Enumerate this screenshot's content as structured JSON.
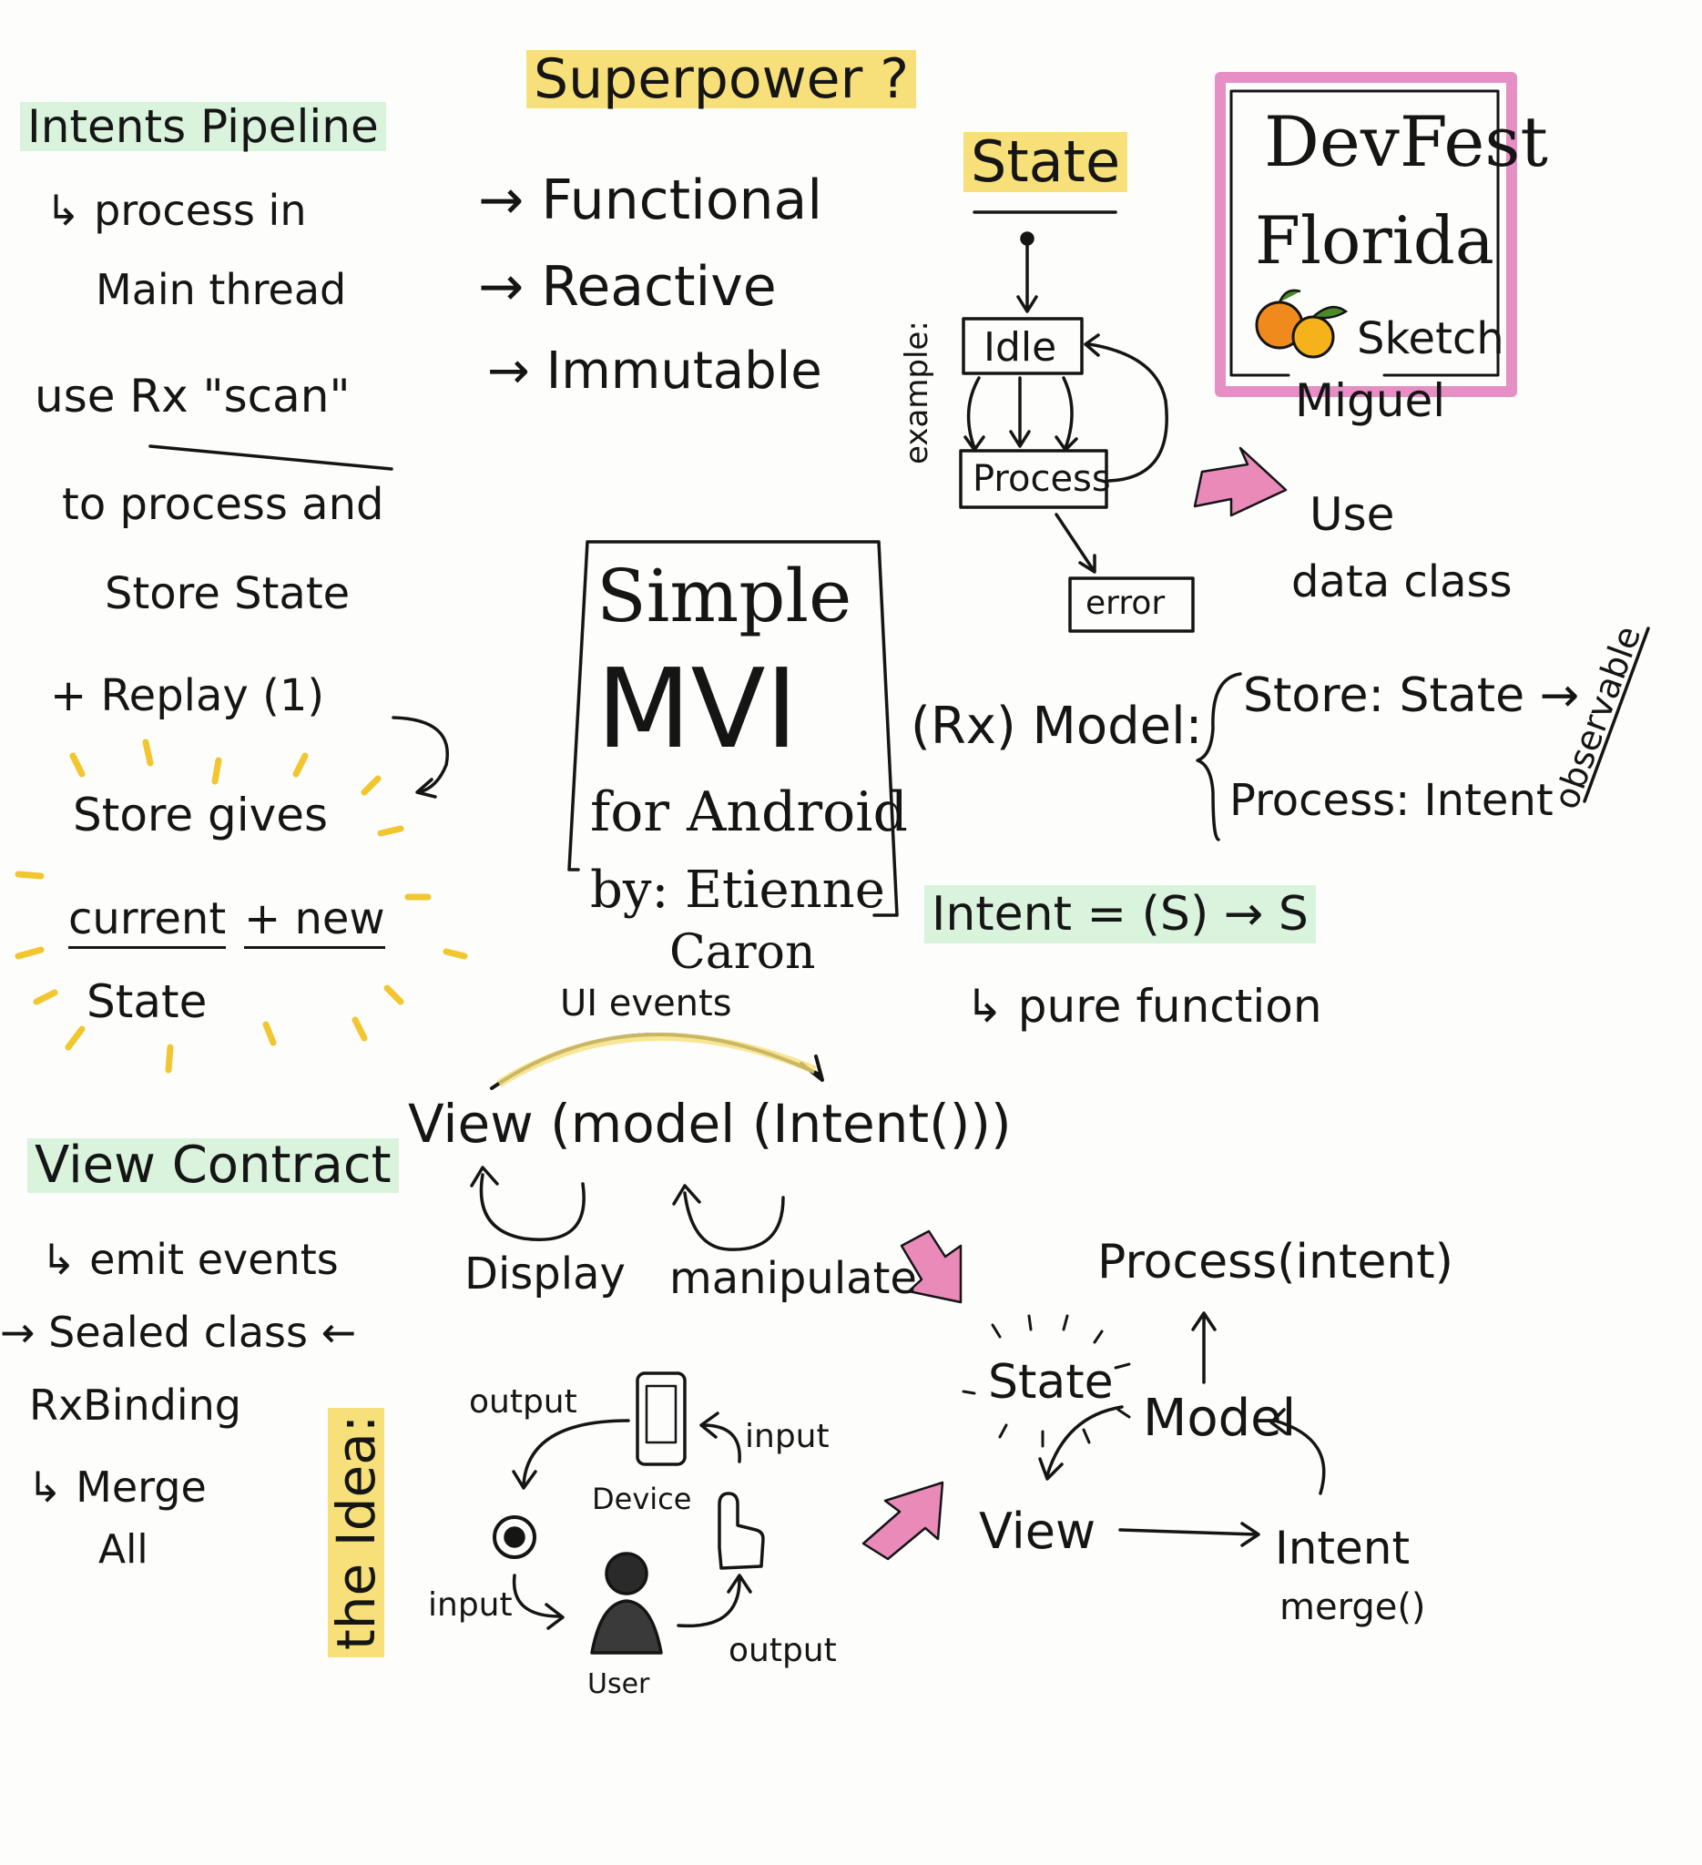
{
  "colors": {
    "ink": "#151515",
    "green_highlight": "#d9f3dd",
    "yellow_highlight": "#f7e07a",
    "pink_arrow": "#e98ab9",
    "pink_frame": "#e58fc4",
    "orange_fruit": "#f08a1c"
  },
  "icons": [
    "orange-fruit-icon",
    "phone-device-icon",
    "finger-touch-icon",
    "user-person-icon",
    "eye-icon",
    "pink-arrow-icon"
  ],
  "left_column": {
    "pipeline_title": "Intents Pipeline",
    "pipeline_line1": "↳ process in",
    "pipeline_line2": "Main thread",
    "scan_line1": "use Rx \"scan\"",
    "scan_line2": "to process and",
    "scan_line3": "Store State",
    "replay": "+ Replay (1)",
    "store_gives": "Store gives",
    "current_new_current": "current",
    "current_new_new": "+ new",
    "current_state": "State"
  },
  "superpower": {
    "title": "Superpower ?",
    "items": [
      "→ Functional",
      "→ Reactive",
      "→ Immutable"
    ]
  },
  "state_diagram": {
    "title": "State",
    "side_label": "example:",
    "nodes": [
      "Idle",
      "Process",
      "error"
    ],
    "note_line1": "Use",
    "note_line2": "data class"
  },
  "credit": {
    "event_line1": "DevFest",
    "event_line2": "Florida",
    "sketch": "Sketch",
    "author": "Miguel"
  },
  "center_title": {
    "line1": "Simple",
    "line2": "MVI",
    "line3": "for Android",
    "line4": "by: Etienne",
    "line5": "Caron"
  },
  "model_section": {
    "label": "(Rx) Model:",
    "store": "Store: State →",
    "process": "Process: Intent",
    "observable": "observable"
  },
  "intent_section": {
    "formula": "Intent = (S) → S",
    "pure": "↳ pure function"
  },
  "view_formula": {
    "ui_events": "UI events",
    "formula": "View (model (Intent()))",
    "display": "Display",
    "manipulate": "manipulate"
  },
  "view_contract": {
    "title": "View Contract",
    "emit": "↳ emit events",
    "sealed": "→ Sealed class ←",
    "binding": "RxBinding",
    "merge_line1": "↳ Merge",
    "merge_line2": "All"
  },
  "idea": {
    "vertical_title": "the Idea:",
    "output_top": "output",
    "input_top": "input",
    "device": "Device",
    "input_bottom": "input",
    "output_bottom": "output",
    "user": "User"
  },
  "mvi_cycle": {
    "process": "Process(intent)",
    "state": "State",
    "model": "Model",
    "view": "View",
    "intent": "Intent",
    "merge": "merge()"
  }
}
